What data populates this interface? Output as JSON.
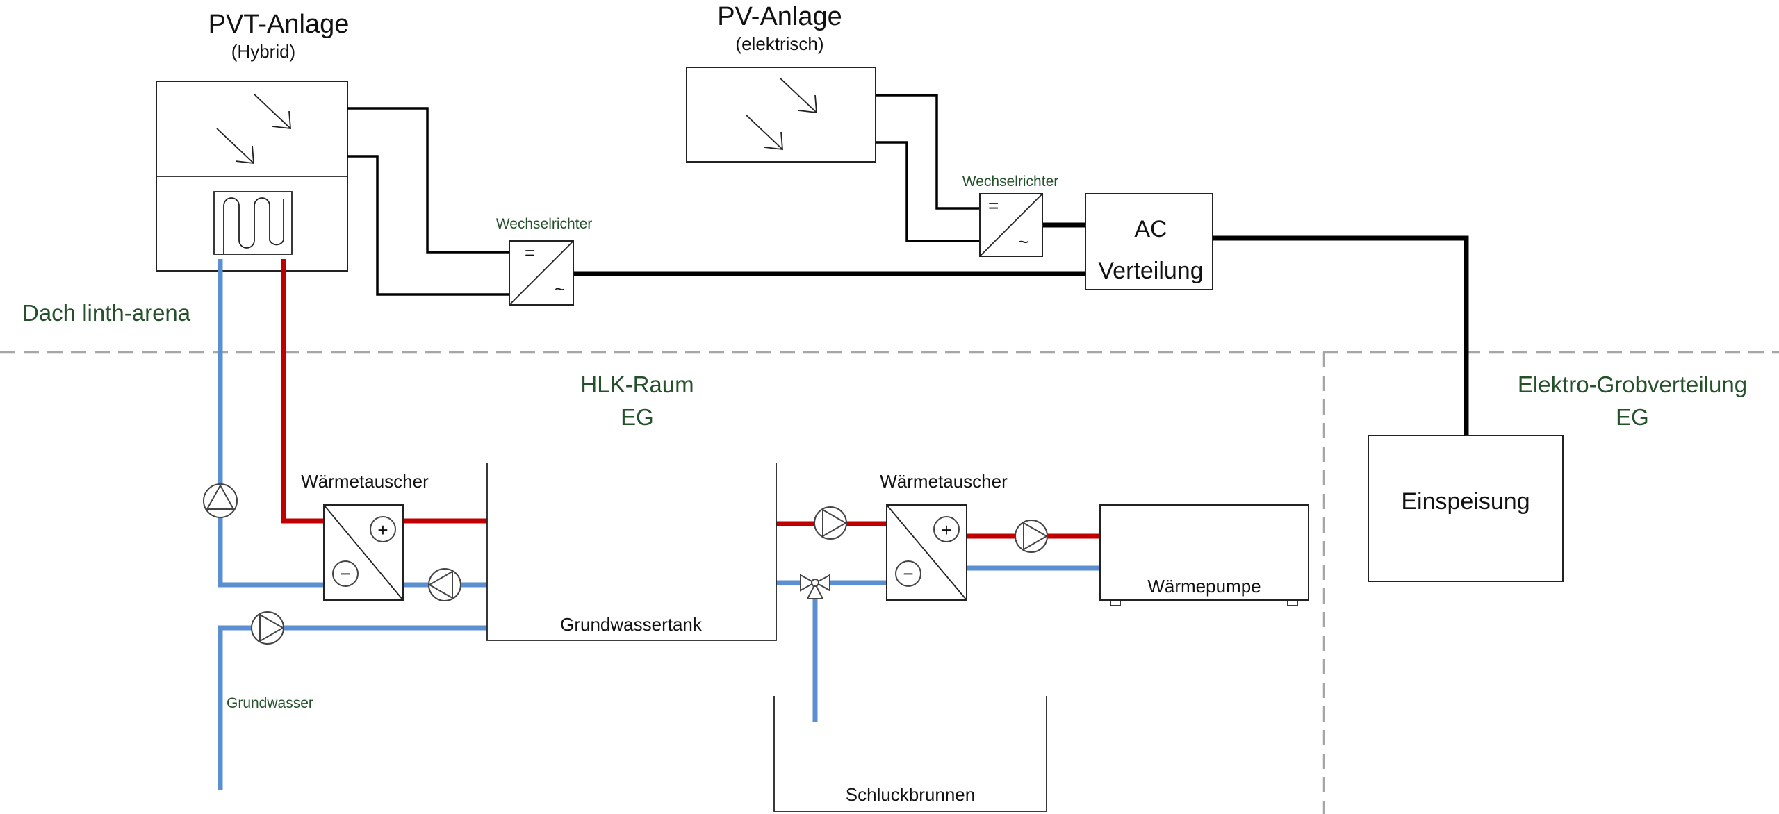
{
  "pvt": {
    "title": "PVT-Anlage",
    "subtitle": "(Hybrid)"
  },
  "pv": {
    "title": "PV-Anlage",
    "subtitle": "(elektrisch)"
  },
  "inverter_pvt": {
    "label": "Wechselrichter",
    "dc_symbol": "=",
    "ac_symbol": "~"
  },
  "inverter_pv": {
    "label": "Wechselrichter",
    "dc_symbol": "=",
    "ac_symbol": "~"
  },
  "ac_distribution": {
    "line1": "AC",
    "line2": "Verteilung"
  },
  "zones": {
    "roof": "Dach linth-arena",
    "hvac_line1": "HLK-Raum",
    "hvac_line2": "EG",
    "electro_line1": "Elektro-Grobverteilung",
    "electro_line2": "EG"
  },
  "feed_in": {
    "label": "Einspeisung"
  },
  "heat_exchanger_1": {
    "label": "Wärmetauscher",
    "plus": "+",
    "minus": "−"
  },
  "heat_exchanger_2": {
    "label": "Wärmetauscher",
    "plus": "+",
    "minus": "−"
  },
  "tank": {
    "label": "Grundwassertank"
  },
  "heat_pump": {
    "label": "Wärmepumpe"
  },
  "groundwater": {
    "label": "Grundwasser"
  },
  "well": {
    "label": "Schluckbrunnen"
  },
  "colors": {
    "hot_pipe": "#c00000",
    "cold_pipe": "#5b8fd0",
    "zone_text": "#24502a",
    "divider": "#a6a6a6"
  }
}
